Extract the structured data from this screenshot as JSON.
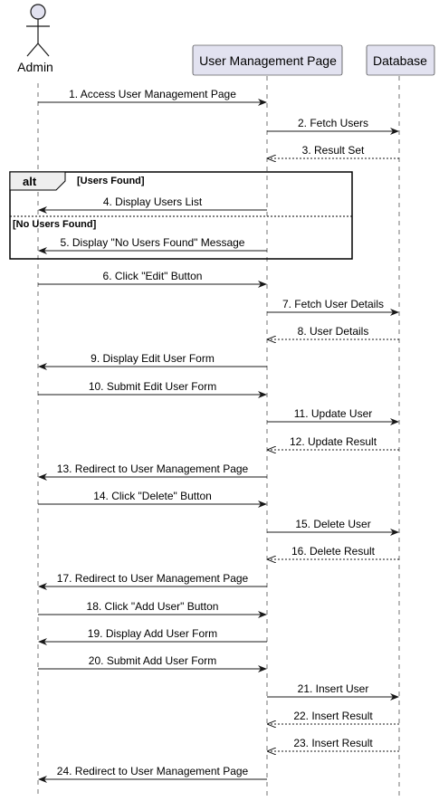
{
  "participants": [
    {
      "id": "admin",
      "label": "Admin",
      "kind": "actor"
    },
    {
      "id": "ump",
      "label": "User Management Page",
      "kind": "box"
    },
    {
      "id": "db",
      "label": "Database",
      "kind": "box"
    }
  ],
  "fragment": {
    "keyword": "alt",
    "guard_1": "[Users Found]",
    "guard_2": "[No Users Found]"
  },
  "messages": [
    {
      "from": "admin",
      "to": "ump",
      "text": "1. Access User Management Page",
      "style": "sync"
    },
    {
      "from": "ump",
      "to": "db",
      "text": "2. Fetch Users",
      "style": "sync"
    },
    {
      "from": "db",
      "to": "ump",
      "text": "3. Result Set",
      "style": "return"
    },
    {
      "from": "ump",
      "to": "admin",
      "text": "4. Display Users List",
      "style": "sync"
    },
    {
      "from": "ump",
      "to": "admin",
      "text": "5. Display \"No Users Found\" Message",
      "style": "sync"
    },
    {
      "from": "admin",
      "to": "ump",
      "text": "6. Click \"Edit\" Button",
      "style": "sync"
    },
    {
      "from": "ump",
      "to": "db",
      "text": "7. Fetch User Details",
      "style": "sync"
    },
    {
      "from": "db",
      "to": "ump",
      "text": "8. User Details",
      "style": "return"
    },
    {
      "from": "ump",
      "to": "admin",
      "text": "9. Display Edit User Form",
      "style": "sync"
    },
    {
      "from": "admin",
      "to": "ump",
      "text": "10. Submit Edit User Form",
      "style": "sync"
    },
    {
      "from": "ump",
      "to": "db",
      "text": "11. Update User",
      "style": "sync"
    },
    {
      "from": "db",
      "to": "ump",
      "text": "12. Update Result",
      "style": "return"
    },
    {
      "from": "ump",
      "to": "admin",
      "text": "13. Redirect to User Management Page",
      "style": "sync"
    },
    {
      "from": "admin",
      "to": "ump",
      "text": "14. Click \"Delete\" Button",
      "style": "sync"
    },
    {
      "from": "ump",
      "to": "db",
      "text": "15. Delete User",
      "style": "sync"
    },
    {
      "from": "db",
      "to": "ump",
      "text": "16. Delete Result",
      "style": "return"
    },
    {
      "from": "ump",
      "to": "admin",
      "text": "17. Redirect to User Management Page",
      "style": "sync"
    },
    {
      "from": "admin",
      "to": "ump",
      "text": "18. Click \"Add User\" Button",
      "style": "sync"
    },
    {
      "from": "ump",
      "to": "admin",
      "text": "19. Display Add User Form",
      "style": "sync"
    },
    {
      "from": "admin",
      "to": "ump",
      "text": "20. Submit Add User Form",
      "style": "sync"
    },
    {
      "from": "ump",
      "to": "db",
      "text": "21. Insert User",
      "style": "sync"
    },
    {
      "from": "db",
      "to": "ump",
      "text": "22. Insert Result",
      "style": "return"
    },
    {
      "from": "db",
      "to": "ump",
      "text": "23. Insert Result",
      "style": "return"
    },
    {
      "from": "ump",
      "to": "admin",
      "text": "24. Redirect to User Management Page",
      "style": "sync"
    }
  ],
  "colors": {
    "participant_fill": "#e2e2f0",
    "participant_border": "#181818",
    "lifeline": "#181818",
    "arrow": "#181818",
    "fragment_border": "#000000"
  }
}
